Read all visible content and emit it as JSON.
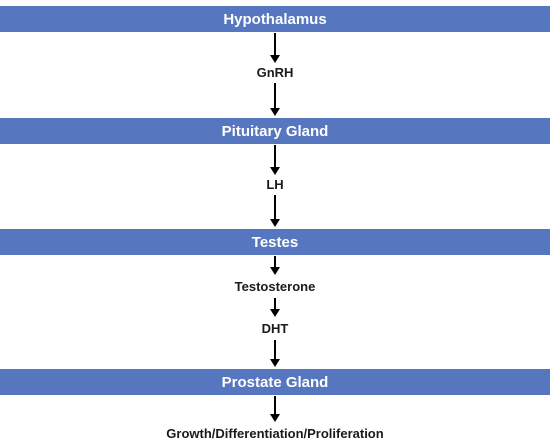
{
  "colors": {
    "bar": "#5677bf",
    "bar_text": "#ffffff",
    "label_text": "#1a1a1a",
    "arrow": "#000000"
  },
  "organs": [
    "Hypothalamus",
    "Pituitary Gland",
    "Testes",
    "Prostate Gland"
  ],
  "hormones": [
    "GnRH",
    "LH",
    "Testosterone",
    "DHT"
  ],
  "outcome": "Growth/Differentiation/Proliferation"
}
